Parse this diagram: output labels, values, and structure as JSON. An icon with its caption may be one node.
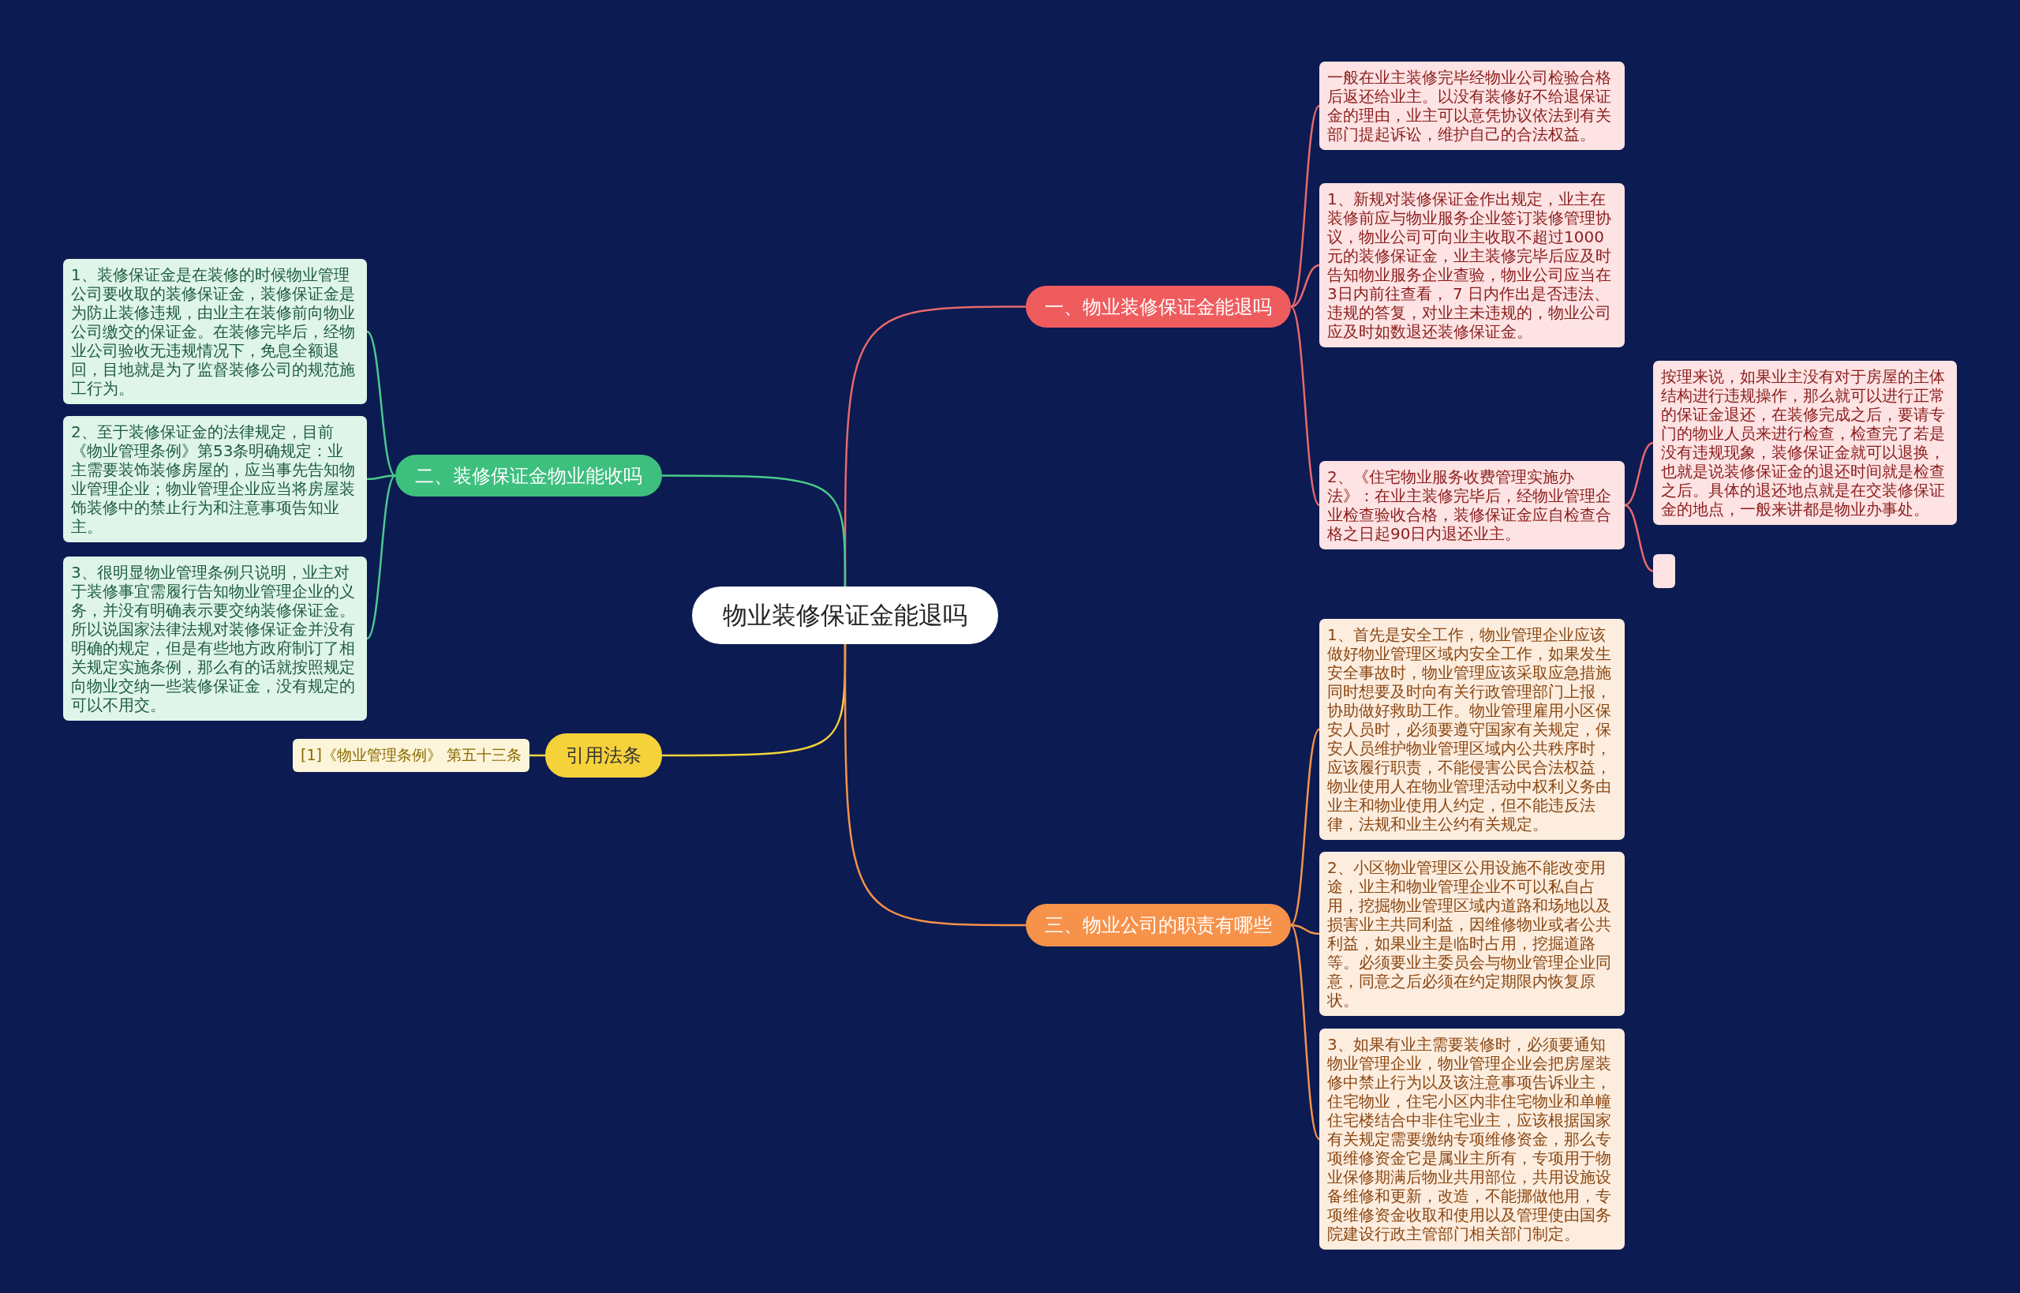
{
  "diagram": {
    "nodes": [
      {
        "text": [
          "物业装修保证金能退吗"
        ]
      },
      {
        "text": [
          "一、物业装修保证金能退吗"
        ]
      },
      {
        "text": [
          "一般在业主装修完毕经物业公司检验合格后返还给业主。以没有装修好不给退保证金的理由，业主可以意凭协议依法到有关部门提起诉讼，维护自己的合法权益。"
        ]
      },
      {
        "text": [
          "1、新规对装修保证金作出规定，业主在装修前应与物业服务企业签订装修管理协议，物业公司可向业主收取不超过1000元的装修保证金，业主装修完毕后应及时告知物业服务企业查验，物业公司应当在3日内前往查看， 7 日内作出是否违法、违规的答复，对业主未违规的，物业公司应及时如数退还装修保证金。"
        ]
      },
      {
        "text": [
          "2、《住宅物业服务收费管理实施办法》：在业主装修完毕后，经物业管理企业检查验收合格，装修保证金应自检查合格之日起90日内退还业主。"
        ]
      },
      {
        "text": [
          "按理来说，如果业主没有对于房屋的主体结构进行违规操作，那么就可以进行正常的保证金退还，在装修完成之后，要请专门的物业人员来进行检查，检查完了若是没有违规现象，装修保证金就可以退换，也就是说装修保证金的退还时间就是检查之后。具体的退还地点就是在交装修保证金的地点，一般来讲都是物业办事处。"
        ]
      },
      {
        "text": [],
        "shape": "box"
      },
      {
        "text": [
          "二、装修保证金物业能收吗"
        ]
      },
      {
        "text": [
          "1、装修保证金是在装修的时候物业管理公司要收取的装修保证金，装修保证金是为防止装修违规，由业主在装修前向物业公司缴交的保证金。在装修完毕后，经物业公司验收无违规情况下，免息全额退回，目地就是为了监督装修公司的规范施工行为。"
        ]
      },
      {
        "text": [
          "2、至于装修保证金的法律规定，目前《物业管理条例》第53条明确规定：业主需要装饰装修房屋的，应当事先告知物业管理企业；物业管理企业应当将房屋装饰装修中的禁止行为和注意事项告知业主。"
        ]
      },
      {
        "text": [
          "3、很明显物业管理条例只说明，业主对于装修事宜需履行告知物业管理企业的义务，并没有明确表示要交纳装修保证金。所以说国家法律法规对装修保证金并没有明确的规定，但是有些地方政府制订了相关规定实施条例，那么有的话就按照规定向物业交纳一些装修保证金，没有规定的可以不用交。"
        ]
      },
      {
        "text": [
          "引用法条"
        ]
      },
      {
        "text": [
          "[1]《物业管理条例》 第五十三条"
        ]
      },
      {
        "text": [
          "三、物业公司的职责有哪些"
        ]
      },
      {
        "text": [
          "1、首先是安全工作，物业管理企业应该做好物业管理区域内安全工作，如果发生安全事故时，物业管理应该采取应急措施同时想要及时向有关行政管理部门上报，协助做好救助工作。物业管理雇用小区保安人员时，必须要遵守国家有关规定，保安人员维护物业管理区域内公共秩序时，应该履行职责，不能侵害公民合法权益，物业使用人在物业管理活动中权利义务由业主和物业使用人约定，但不能违反法律，法规和业主公约有关规定。"
        ]
      },
      {
        "text": [
          "2、小区物业管理区公用设施不能改变用途，业主和物业管理企业不可以私自占用，挖掘物业管理区域内道路和场地以及损害业主共同利益，因维修物业或者公共利益，如果业主是临时占用，挖掘道路等。必须要业主委员会与物业管理企业同意，同意之后必须在约定期限内恢复原状。"
        ]
      },
      {
        "text": [
          "3、如果有业主需要装修时，必须要通知物业管理企业，物业管理企业会把房屋装修中禁止行为以及该注意事项告诉业主，住宅物业，住宅小区内非住宅物业和单幢住宅楼结合中非住宅业主，应该根据国家有关规定需要缴纳专项维修资金，那么专项维修资金它是属业主所有，专项用于物业保修期满后物业共用部位，共用设施设备维修和更新，改造，不能挪做他用，专项维修资金收取和使用以及管理使由国务院建设行政主管部门相关部门制定。"
        ]
      }
    ],
    "edges": [
      {
        "from": 0,
        "to": 1,
        "arrow": "none",
        "color": "#e8696b"
      },
      {
        "from": 1,
        "to": 2,
        "arrow": "none",
        "color": "#e8696b"
      },
      {
        "from": 1,
        "to": 3,
        "arrow": "none",
        "color": "#e8696b"
      },
      {
        "from": 1,
        "to": 4,
        "arrow": "none",
        "color": "#e8696b"
      },
      {
        "from": 4,
        "to": 5,
        "arrow": "none",
        "color": "#e8696b"
      },
      {
        "from": 4,
        "to": 6,
        "arrow": "none",
        "color": "#e8696b"
      },
      {
        "from": 0,
        "to": 7,
        "arrow": "none",
        "color": "#4cc98d"
      },
      {
        "from": 7,
        "to": 8,
        "arrow": "none",
        "color": "#4cc98d"
      },
      {
        "from": 7,
        "to": 9,
        "arrow": "none",
        "color": "#4cc98d"
      },
      {
        "from": 7,
        "to": 10,
        "arrow": "none",
        "color": "#4cc98d"
      },
      {
        "from": 0,
        "to": 11,
        "arrow": "none",
        "color": "#f5d43b"
      },
      {
        "from": 11,
        "to": 12,
        "arrow": "none",
        "color": "#f5d43b"
      },
      {
        "from": 0,
        "to": 13,
        "arrow": "none",
        "color": "#f7924a"
      },
      {
        "from": 13,
        "to": 14,
        "arrow": "none",
        "color": "#f7924a"
      },
      {
        "from": 13,
        "to": 15,
        "arrow": "none",
        "color": "#f7924a"
      },
      {
        "from": 13,
        "to": 16,
        "arrow": "none",
        "color": "#f7924a"
      }
    ]
  }
}
